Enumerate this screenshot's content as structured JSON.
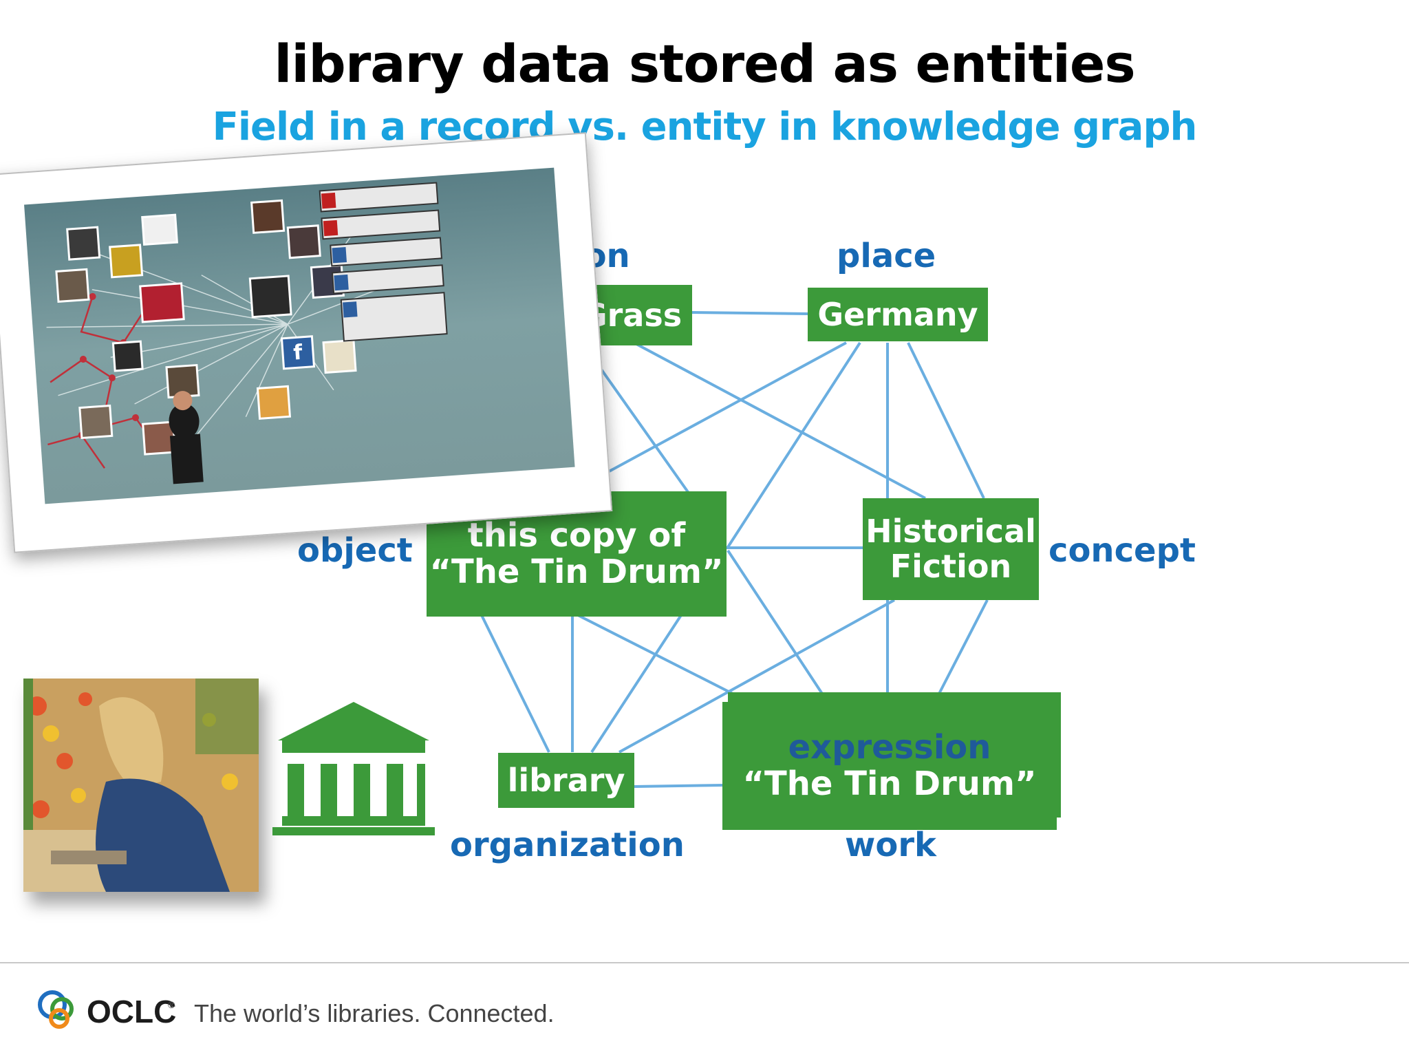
{
  "slide": {
    "title": "library data stored as entities",
    "subtitle": "Field in a record vs. entity in knowledge graph"
  },
  "nodes": {
    "grass": "Grass",
    "germany": "Germany",
    "copy_line1": "this copy of",
    "copy_line2": "“The Tin Drum”",
    "historical_line1": "Historical",
    "historical_line2": "Fiction",
    "library": "library",
    "expression_line1": "expression",
    "expression_line2": "“The Tin Drum”"
  },
  "categories": {
    "person_partial": "son",
    "place": "place",
    "object": "object",
    "concept": "concept",
    "organization": "organization",
    "work": "work"
  },
  "footer": {
    "brand": "OCLC",
    "trademark": "®",
    "tagline": "The world’s libraries. Connected."
  },
  "colors": {
    "node_green": "#3c9a3a",
    "edge_blue": "#6aaee0",
    "category_blue": "#1769b4",
    "subtitle_blue": "#1aa3e0"
  },
  "icons": {
    "library_building": "bank-building-icon",
    "oclc_logo": "oclc-rings-logo"
  }
}
